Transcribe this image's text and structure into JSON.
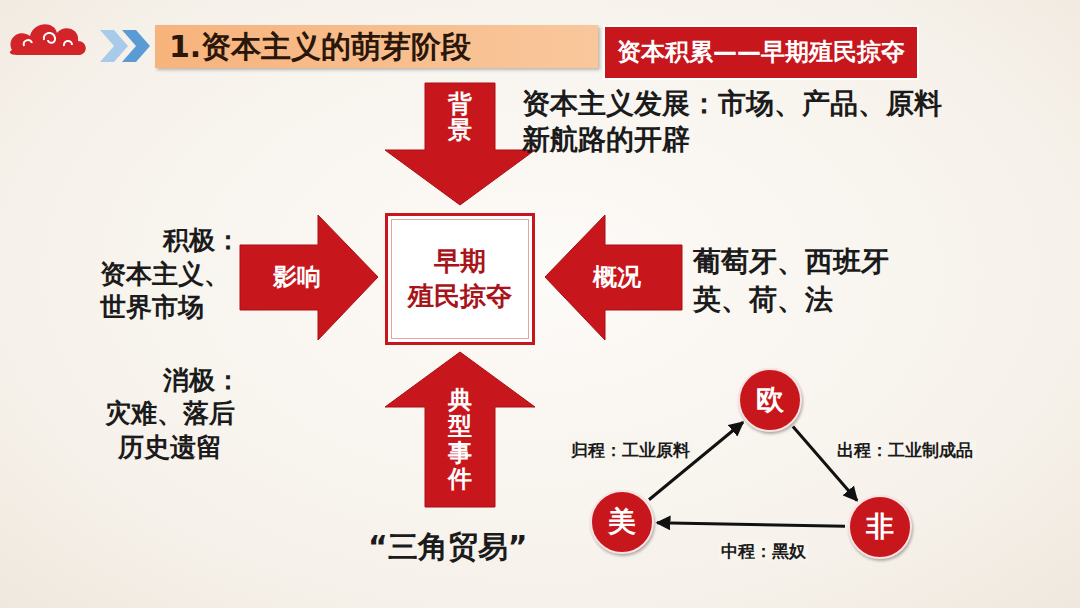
{
  "diagram": {
    "title": "1.资本主义的萌芽阶段",
    "nodes": [
      {
        "text": [
          "资本积累——早期殖民掠夺"
        ]
      },
      {
        "text": [
          "背景"
        ]
      },
      {
        "text": [
          "影响"
        ]
      },
      {
        "text": [
          "早期 殖民掠夺"
        ]
      },
      {
        "text": [
          "概况"
        ]
      },
      {
        "text": [
          "典型事件"
        ]
      },
      {
        "text": [
          "欧"
        ]
      },
      {
        "text": [
          "美"
        ]
      },
      {
        "text": [
          "非"
        ]
      }
    ],
    "edges": [
      {
        "from": 7,
        "to": 6,
        "arrow": "to",
        "label": "归程：工业原料"
      },
      {
        "from": 6,
        "to": 8,
        "arrow": "to",
        "label": "出程：工业制成品"
      },
      {
        "from": 8,
        "to": 7,
        "arrow": "to",
        "label": "中程：黑奴"
      }
    ],
    "labels": [
      "资本主义发展：市场、产品、原料 新航路的开辟",
      "积极：",
      "资本主义、 世界市场",
      "消极：",
      "灾难、落后 历史遗留",
      "葡萄牙、西班牙 英、荷、法",
      "“三角贸易”"
    ]
  }
}
